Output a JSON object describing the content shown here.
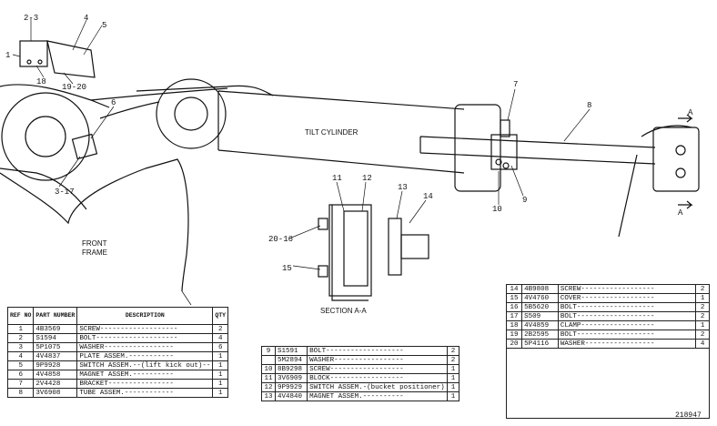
{
  "diagram": {
    "labels": {
      "l23": "2-3",
      "l4": "4",
      "l5": "5",
      "l1": "1",
      "l18": "18",
      "l1920": "19-20",
      "l6": "6",
      "l317": "3-17",
      "l7": "7",
      "l8": "8",
      "l9": "9",
      "l10": "10",
      "l11": "11",
      "l12": "12",
      "l13": "13",
      "l14": "14",
      "l2016": "20-16",
      "l15": "15",
      "arrowA1": "A",
      "arrowA2": "A"
    },
    "tilt_cylinder": "TILT CYLINDER",
    "front_frame_1": "FRONT",
    "front_frame_2": "FRAME",
    "section_title": "SECTION A-A"
  },
  "table1": {
    "headers": {
      "ref": "REF NO",
      "part": "PART NUMBER",
      "desc": "DESCRIPTION",
      "qty": "QTY"
    },
    "rows": [
      {
        "ref": "1",
        "part": "4B3569",
        "desc": "SCREW-------------------",
        "qty": "2"
      },
      {
        "ref": "2",
        "part": "S1594",
        "desc": "BOLT--------------------",
        "qty": "4"
      },
      {
        "ref": "3",
        "part": "5P1075",
        "desc": "WASHER-----------------",
        "qty": "6"
      },
      {
        "ref": "4",
        "part": "4V4837",
        "desc": "PLATE ASSEM.-----------",
        "qty": "1"
      },
      {
        "ref": "5",
        "part": "9P9928",
        "desc": "SWITCH ASSEM.--(lift kick out)--",
        "qty": "1"
      },
      {
        "ref": "6",
        "part": "4V4858",
        "desc": "MAGNET ASSEM.----------",
        "qty": "1"
      },
      {
        "ref": "7",
        "part": "2V4428",
        "desc": "BRACKET----------------",
        "qty": "1"
      },
      {
        "ref": "8",
        "part": "3V6908",
        "desc": "TUBE ASSEM.------------",
        "qty": "1"
      }
    ]
  },
  "table2": {
    "rows": [
      {
        "ref": "9",
        "part": "S1591",
        "desc": "BOLT-------------------",
        "qty": "2"
      },
      {
        "ref": "",
        "part": "5M2894",
        "desc": "WASHER-----------------",
        "qty": "2"
      },
      {
        "ref": "10",
        "part": "8B9298",
        "desc": "SCREW------------------",
        "qty": "1"
      },
      {
        "ref": "11",
        "part": "3V6909",
        "desc": "BLOCK------------------",
        "qty": "1"
      },
      {
        "ref": "12",
        "part": "9P9929",
        "desc": "SWITCH ASSEM.-(bucket positioner)",
        "qty": "1"
      },
      {
        "ref": "13",
        "part": "4V4840",
        "desc": "MAGNET ASSEM.----------",
        "qty": "1"
      }
    ]
  },
  "table3": {
    "rows": [
      {
        "ref": "14",
        "part": "4B9808",
        "desc": "SCREW------------------",
        "qty": "2"
      },
      {
        "ref": "15",
        "part": "4V4760",
        "desc": "COVER------------------",
        "qty": "1"
      },
      {
        "ref": "16",
        "part": "5B5620",
        "desc": "BOLT-------------------",
        "qty": "2"
      },
      {
        "ref": "17",
        "part": "S509",
        "desc": "BOLT-------------------",
        "qty": "2"
      },
      {
        "ref": "18",
        "part": "4V4859",
        "desc": "CLAMP------------------",
        "qty": "1"
      },
      {
        "ref": "19",
        "part": "2B2595",
        "desc": "BOLT-------------------",
        "qty": "2"
      },
      {
        "ref": "20",
        "part": "5P4116",
        "desc": "WASHER-----------------",
        "qty": "4"
      }
    ]
  },
  "ref_code": "218947"
}
